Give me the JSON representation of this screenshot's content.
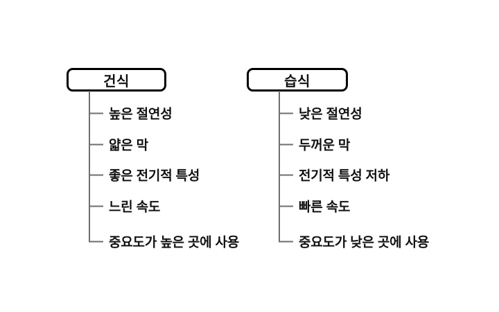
{
  "diagram": {
    "background_color": "#ffffff",
    "box_border_color": "#000000",
    "text_color": "#111111",
    "connector_color": "#6e6e6e"
  },
  "columns": [
    {
      "title": "건식",
      "items": [
        "높은 절연성",
        "얇은 막",
        "좋은 전기적 특성",
        "느린 속도",
        "중요도가 높은 곳에 사용"
      ]
    },
    {
      "title": "습식",
      "items": [
        "낮은 절연성",
        "두꺼운 막",
        "전기적 특성 저하",
        "빠른 속도",
        "중요도가 낮은 곳에 사용"
      ]
    }
  ]
}
